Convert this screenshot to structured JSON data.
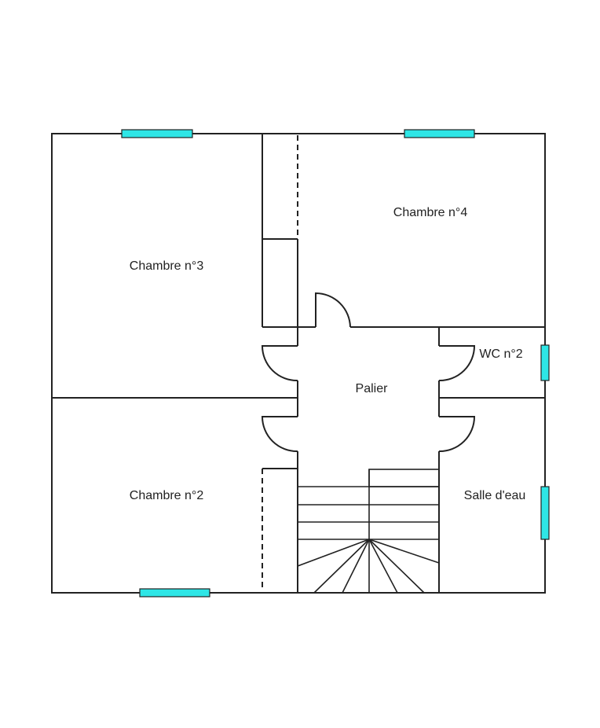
{
  "rooms": {
    "chambre3": "Chambre n°3",
    "chambre4": "Chambre n°4",
    "chambre2": "Chambre n°2",
    "wc2": "WC n°2",
    "palier": "Palier",
    "salle_eau": "Salle d'eau"
  },
  "colors": {
    "wall": "#222222",
    "window": "#2EE6E6",
    "background": "#ffffff"
  }
}
